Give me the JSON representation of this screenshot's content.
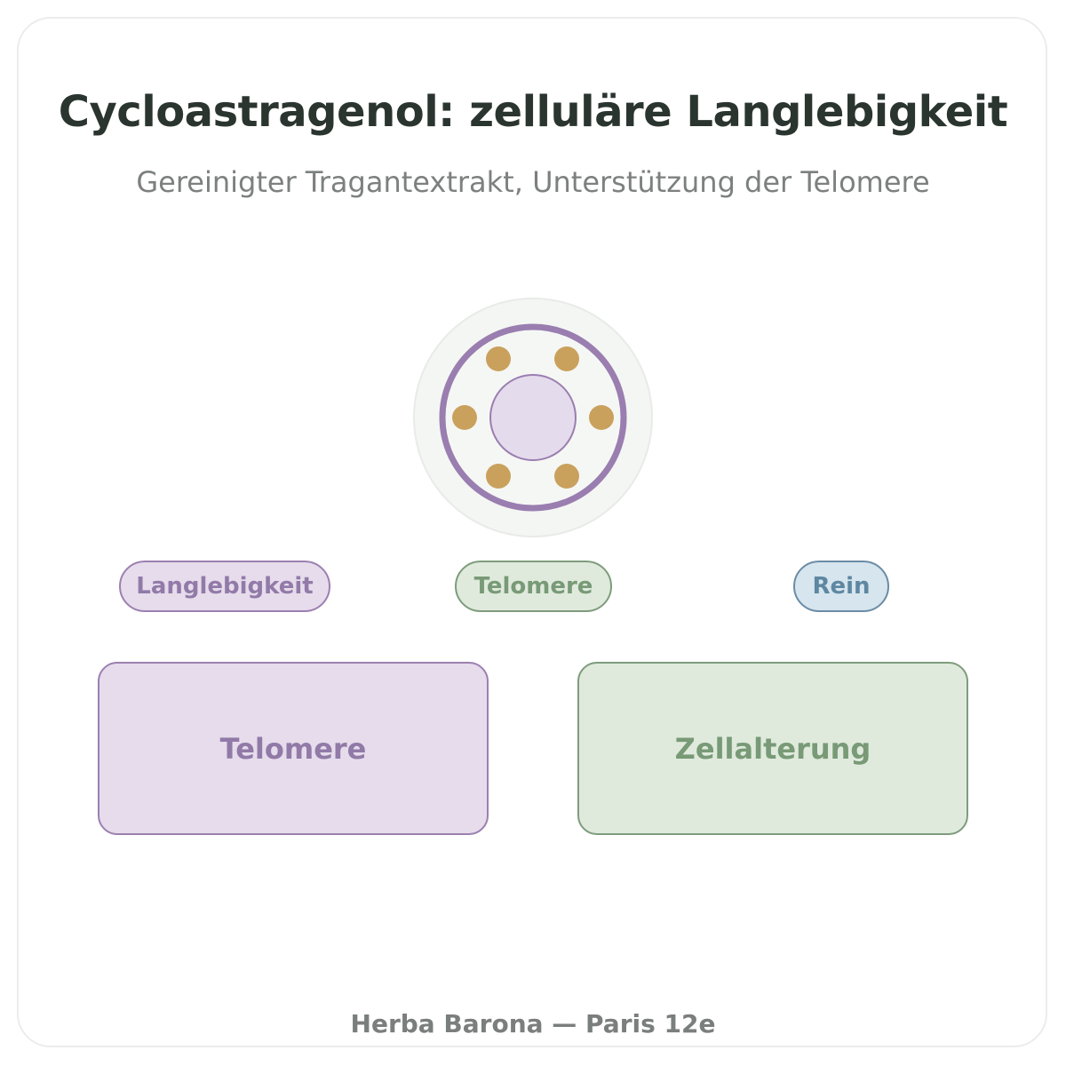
{
  "header": {
    "title": "Cycloastragenol: zelluläre Langlebigkeit",
    "subtitle": "Gereinigter Tragantextrakt, Unterstützung der Telomere"
  },
  "emblem": {
    "icon": "cell-telomere-icon",
    "colors": {
      "halo": "#f4f6f3",
      "ring": "#9a7eb0",
      "core": "#e4dbec",
      "dots": "#c9a15d"
    }
  },
  "tags": [
    {
      "label": "Langlebigkeit",
      "color": "#927aa8"
    },
    {
      "label": "Telomere",
      "color": "#789a76"
    },
    {
      "label": "Rein",
      "color": "#5e87a1"
    }
  ],
  "boxes": [
    {
      "label": "Telomere",
      "color": "#917aa7"
    },
    {
      "label": "Zellalterung",
      "color": "#789a76"
    }
  ],
  "footer": {
    "brand": "Herba Barona — Paris 12e"
  }
}
